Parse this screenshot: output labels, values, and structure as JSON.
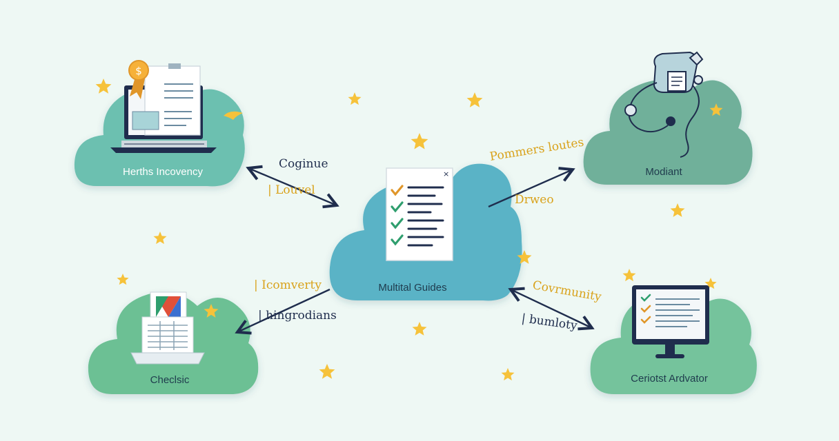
{
  "nodes": {
    "center": {
      "label": "Multital Guides",
      "cloud_color": "#5ab3c6"
    },
    "top_left": {
      "label": "Herths Incovency",
      "cloud_color": "#6cc0b0"
    },
    "top_right": {
      "label": "Modiant",
      "cloud_color": "#6fb09a"
    },
    "bottom_left": {
      "label": "Checlsic",
      "cloud_color": "#6cc094"
    },
    "bottom_right": {
      "label": "Ceriotst Ardvator",
      "cloud_color": "#74c39c"
    }
  },
  "edge_labels": {
    "tl_line1": "Coginue",
    "tl_line2": "| Louvel",
    "tr_line1": "Pommers loutes",
    "tr_line2": "Drweo",
    "bl_line1": "| Icomverty",
    "bl_line2": "| hingrodians",
    "br_line1": "Covrmunity",
    "br_line2": "| bumloty"
  },
  "icons": {
    "center": "checklist-document-icon",
    "top_left": "laptop-document-award-icon",
    "top_right": "stethoscope-device-icon",
    "bottom_left": "printer-document-icon",
    "bottom_right": "monitor-checklist-icon",
    "stars": "star-icon"
  },
  "colors": {
    "background": "#eef8f4",
    "arrow": "#1f2d4d",
    "star": "#f6c23a",
    "accent_text": "#d9a21b",
    "check": "#2f9e6e",
    "check_alt": "#e0962a"
  }
}
